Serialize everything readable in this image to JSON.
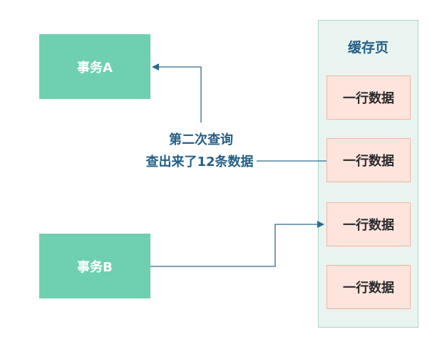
{
  "transactions": {
    "a_label": "事务A",
    "b_label": "事务B"
  },
  "cache": {
    "title": "缓存页",
    "rows": [
      "一行数据",
      "一行数据",
      "一行数据",
      "一行数据"
    ]
  },
  "annotation": {
    "line1": "第二次查询",
    "line2": "查出来了12条数据"
  },
  "colors": {
    "transaction_fill": "#6fcfb1",
    "cache_fill": "#e9f4f0",
    "row_fill": "#fde4dc",
    "row_border": "#f0b4a2",
    "arrow": "#2e6a8f"
  }
}
